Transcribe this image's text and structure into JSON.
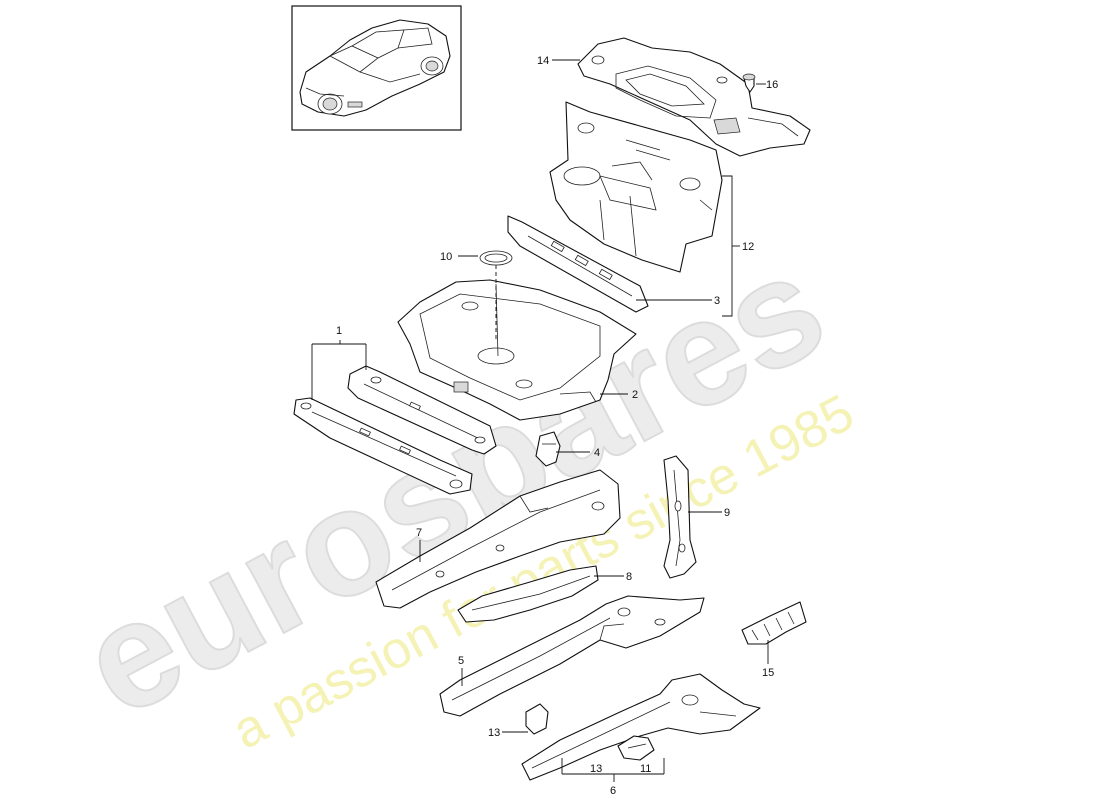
{
  "watermark": {
    "brand": "eurospares",
    "tagline": "a passion for parts since 1985"
  },
  "callouts": {
    "c1": "1",
    "c2": "2",
    "c3": "3",
    "c4": "4",
    "c5": "5",
    "c6": "6",
    "c7": "7",
    "c8": "8",
    "c9": "9",
    "c10": "10",
    "c11": "11",
    "c12": "12",
    "c13a": "13",
    "c13b": "13",
    "c14": "14",
    "c15": "15",
    "c16": "16"
  }
}
